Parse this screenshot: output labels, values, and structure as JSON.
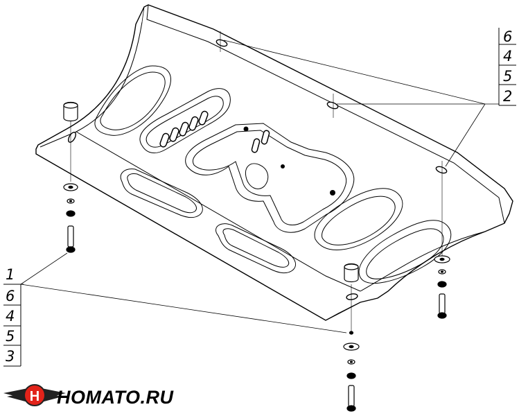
{
  "callouts": {
    "top_right": [
      "6",
      "4",
      "5",
      "2"
    ],
    "bottom_left": [
      "1",
      "6",
      "4",
      "5",
      "3"
    ]
  },
  "brand": {
    "name": "HOMATO.RU",
    "logo_icon": "winged-h-logo-icon",
    "logo_letter": "H",
    "colors": {
      "logo_red": "#e2231a",
      "logo_dark": "#222222"
    }
  }
}
